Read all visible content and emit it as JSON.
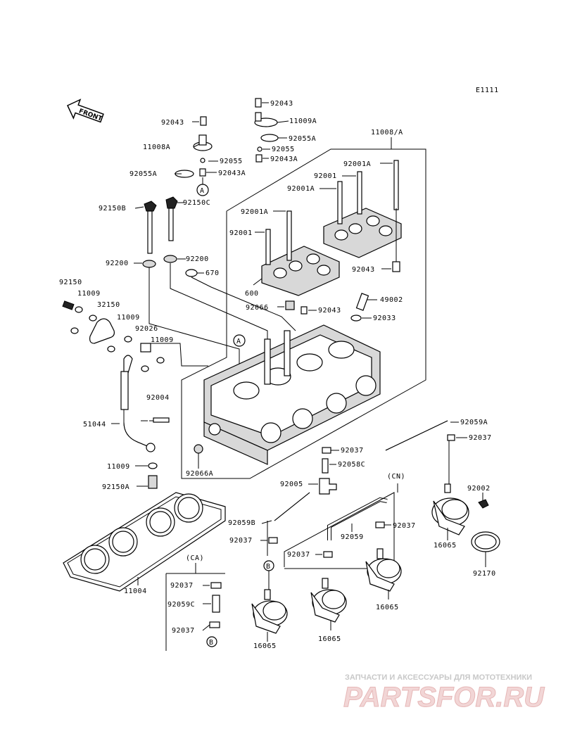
{
  "diagram_id": "E1111",
  "front_label": "FRONT",
  "labels": {
    "p92043_top": "92043",
    "p11009A_top": "11009A",
    "p92055A_top": "92055A",
    "p92055_top": "92055",
    "p92043A_top": "92043A",
    "p92043_left": "92043",
    "p11008A_left": "11008A",
    "p92055_left": "92055",
    "p92055A_left": "92055A",
    "p92043A_left": "92043A",
    "callout_A1": "A",
    "p11008A_frame": "11008/A",
    "p92001A_1": "92001A",
    "p92001_1": "92001",
    "p92001A_2": "92001A",
    "p92001A_3": "92001A",
    "p92001_2": "92001",
    "p92043_cam": "92043",
    "p600": "600",
    "p92150B": "92150B",
    "p92150C": "92150C",
    "p92200_1": "92200",
    "p92200_2": "92200",
    "p670": "670",
    "p92066": "92066",
    "p92043_mid": "92043",
    "p49002": "49002",
    "p92033": "92033",
    "p92150": "92150",
    "p11009_a": "11009",
    "p32150": "32150",
    "p11009_b": "11009",
    "p92026": "92026",
    "p11009_c": "11009",
    "callout_A2": "A",
    "p92004": "92004",
    "p51044": "51044",
    "p11009_d": "11009",
    "p92150A": "92150A",
    "p92066A": "92066A",
    "p92037_1": "92037",
    "p92058C": "92058C",
    "p92005": "92005",
    "p92059A": "92059A",
    "p92037_2": "92037",
    "cn_label": "(CN)",
    "p92059B": "92059B",
    "p92059": "92059",
    "p92037_3": "92037",
    "p92037_4": "92037",
    "p92037_5": "92037",
    "callout_B1": "B",
    "p92002": "92002",
    "p16065_1": "16065",
    "p92170": "92170",
    "p16065_2": "16065",
    "p16065_3": "16065",
    "p16065_4": "16065",
    "p11004": "11004",
    "ca_label": "(CA)",
    "p92037_ca1": "92037",
    "p92059C": "92059C",
    "p92037_ca2": "92037",
    "callout_B2": "B"
  },
  "watermark": {
    "tagline": "ЗАПЧАСТИ И АКСЕССУАРЫ ДЛЯ МОТОТЕХНИКИ",
    "logo": "PARTSFOR.RU"
  }
}
